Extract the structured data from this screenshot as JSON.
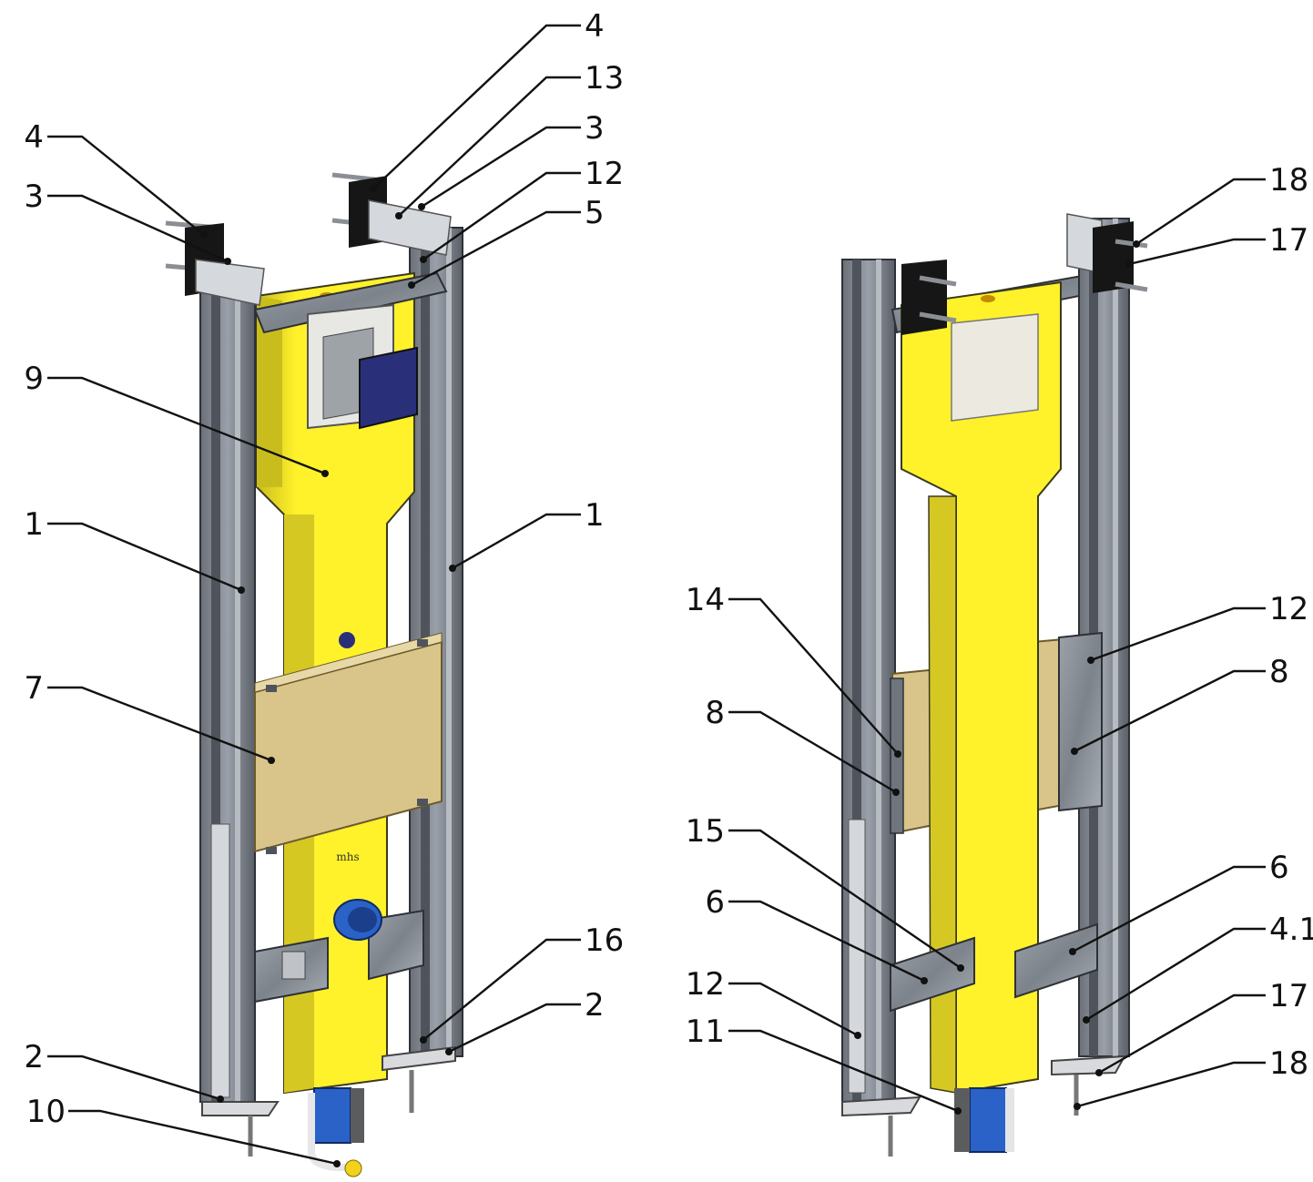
{
  "colors": {
    "frame_grey": "#8a8f99",
    "frame_dark": "#4f545c",
    "tank_yellow": "#fff12a",
    "tank_shade": "#c9bd1e",
    "board_beige": "#d9c58a",
    "plate_steel": "#8e949c",
    "pad_black": "#161616",
    "box_blue": "#2a2f7a",
    "pipe_blue": "#2a62c7",
    "label_ink": "#111111"
  },
  "left_view": {
    "labels": {
      "l4a": "4",
      "l3a": "3",
      "l4b": "4",
      "l13": "13",
      "l3b": "3",
      "l12": "12",
      "l5": "5",
      "l9": "9",
      "l1a": "1",
      "l1b": "1",
      "l7": "7",
      "l16": "16",
      "l2a": "2",
      "l2b": "2",
      "l10": "10"
    }
  },
  "right_view": {
    "labels": {
      "l18a": "18",
      "l17a": "17",
      "l12a": "12",
      "l8a": "8",
      "l14": "14",
      "l8b": "8",
      "l15": "15",
      "l6a": "6",
      "l6b": "6",
      "l4_1": "4.1",
      "l17b": "17",
      "l12b": "12",
      "l18b": "18",
      "l11": "11"
    }
  },
  "brand_mark": "mhs"
}
